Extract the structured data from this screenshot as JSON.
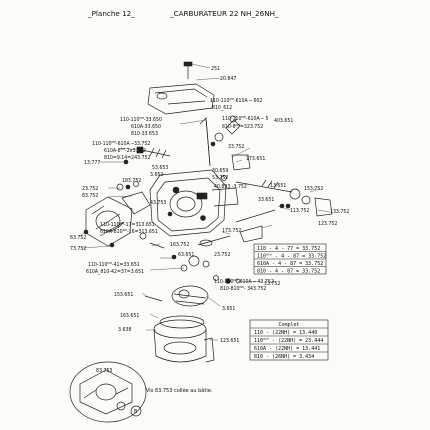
{
  "header": {
    "plate": "_Planche  12_",
    "title": "_CARBURATEUR  22 NH_26NH_"
  },
  "labels": [
    {
      "id": "p251",
      "text": "251"
    },
    {
      "id": "p20847",
      "text": "20.847"
    },
    {
      "id": "p602",
      "text": "110-110ᴺᴴ-610A ─ 602"
    },
    {
      "id": "p610",
      "text": "810_612"
    },
    {
      "id": "p403651",
      "text": "403.651"
    },
    {
      "id": "p110a",
      "text": "110-110ᴺᴴ-33.650"
    },
    {
      "id": "p610a",
      "text": "610A-33.650"
    },
    {
      "id": "p810a",
      "text": "810-33.653"
    },
    {
      "id": "p4106",
      "text": "110-110ᴺᴴ-610A ─ 5"
    },
    {
      "id": "p810b",
      "text": "810-8ᴺᴴ=323.752"
    },
    {
      "id": "p13777",
      "text": "13.777"
    },
    {
      "id": "p110b",
      "text": "110-110ᴺᴴ-610A ─33.752"
    },
    {
      "id": "p610b",
      "text": "610A-8ᴺᴴ-2x3.752"
    },
    {
      "id": "p810c",
      "text": "810=9.14=243.752"
    },
    {
      "id": "p33752",
      "text": "33.752"
    },
    {
      "id": "p173651",
      "text": "173.651"
    },
    {
      "id": "p30659",
      "text": "30.659"
    },
    {
      "id": "p53752",
      "text": "53.752"
    },
    {
      "id": "p3652",
      "text": "3.652"
    },
    {
      "id": "p53653",
      "text": "53.653"
    },
    {
      "id": "p183752",
      "text": "183.752"
    },
    {
      "id": "p40893",
      "text": "40.893 -3.752"
    },
    {
      "id": "p13651",
      "text": "13.651"
    },
    {
      "id": "p153752",
      "text": "153.752"
    },
    {
      "id": "p23752",
      "text": "23.752"
    },
    {
      "id": "p83752",
      "text": "83.752"
    },
    {
      "id": "p43753",
      "text": "43.753"
    },
    {
      "id": "p33651",
      "text": "33.651"
    },
    {
      "id": "p113752",
      "text": "113.752"
    },
    {
      "id": "p63752",
      "text": "63.752"
    },
    {
      "id": "p73752",
      "text": "73.752"
    },
    {
      "id": "p133752",
      "text": "133.752"
    },
    {
      "id": "p123752",
      "text": "123.752"
    },
    {
      "id": "p110c",
      "text": "110-110ᴺᴴ-17=313.651"
    },
    {
      "id": "p610c",
      "text": "610A-810ᴺᴴ-16=313.651"
    },
    {
      "id": "p163752",
      "text": "163.752"
    },
    {
      "id": "p173752",
      "text": "173.752"
    },
    {
      "id": "p110d",
      "text": "110-110ᴺᴴ-41=33.651"
    },
    {
      "id": "p610d",
      "text": "610A_810-42=37=3.651"
    },
    {
      "id": "p63651",
      "text": "63.651"
    },
    {
      "id": "p23752b",
      "text": "23.752"
    },
    {
      "id": "p110e",
      "text": "110-110ᴺᴴ-610A ─ 43.752"
    },
    {
      "id": "p810d",
      "text": "810-810ᴺᴴ- 343.752"
    },
    {
      "id": "p13752",
      "text": "13.752"
    },
    {
      "id": "p153651",
      "text": "153.651"
    },
    {
      "id": "p3651",
      "text": "3.651"
    },
    {
      "id": "p163651",
      "text": "163.651"
    },
    {
      "id": "p3638",
      "text": "3.638"
    },
    {
      "id": "p123651",
      "text": "123.651"
    },
    {
      "id": "p83753",
      "text": "83.753"
    },
    {
      "id": "pB",
      "text": "B"
    }
  ],
  "jet_table": {
    "rows": [
      "110 - 4 - 77 = 33.752",
      "110ᴺᴴ - 4 - 87 = 33.752",
      "610A - 4 - 87 = 33.752",
      "810 - 4 - 87 = 33.752"
    ]
  },
  "complet_table": {
    "heading": "Complet",
    "rows": [
      "110 - (22NH) = 13.440",
      "110ᴺᴴ - (22NH) = 23.444",
      "610A - (22NH) = 13.441",
      "810 - (26NH) = 3.434"
    ]
  },
  "footnote": "Vis  83.753  collée au bâtie."
}
